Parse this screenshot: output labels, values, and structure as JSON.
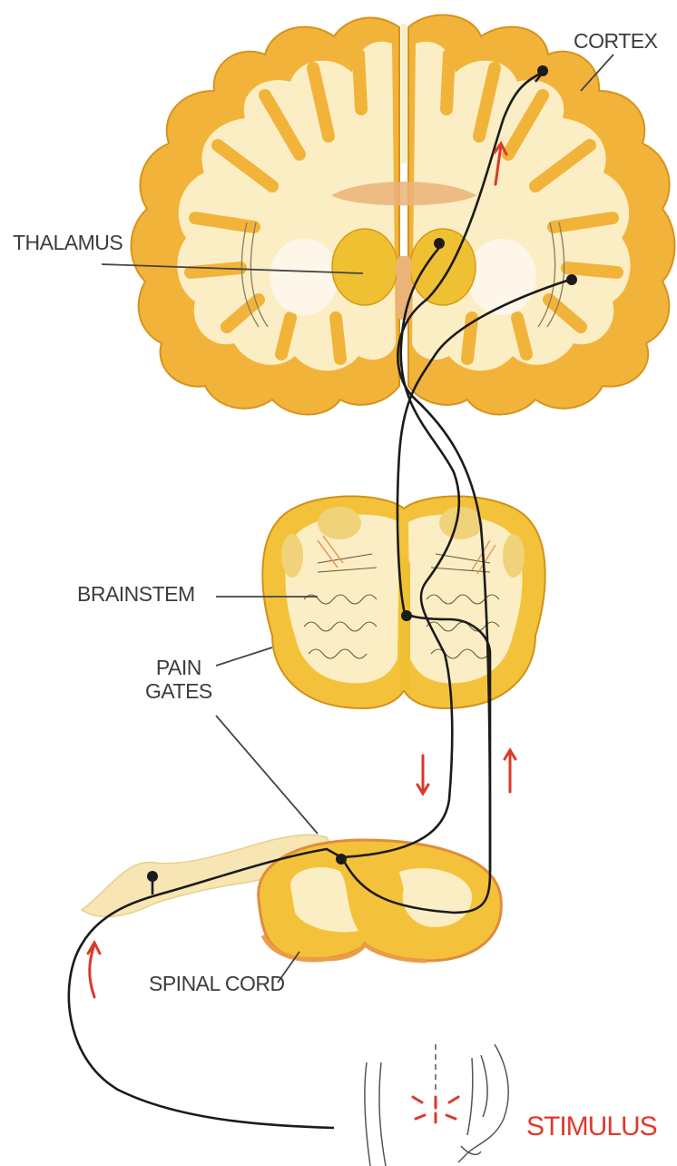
{
  "labels": {
    "cortex": "CORTEX",
    "thalamus": "THALAMUS",
    "brainstem": "BRAINSTEM",
    "pain_gates_line1": "PAIN",
    "pain_gates_line2": "GATES",
    "spinal_cord": "SPINAL CORD",
    "stimulus": "STIMULUS"
  },
  "colors": {
    "tissue_outer": "#f2b33a",
    "tissue_inner": "#fbeec4",
    "tissue_deep": "#e9a82a",
    "nerve_path": "#1b1b1b",
    "signal_arrow": "#d93a2b",
    "label_text": "#3c3c3c",
    "stimulus_text": "#e03a2e"
  }
}
